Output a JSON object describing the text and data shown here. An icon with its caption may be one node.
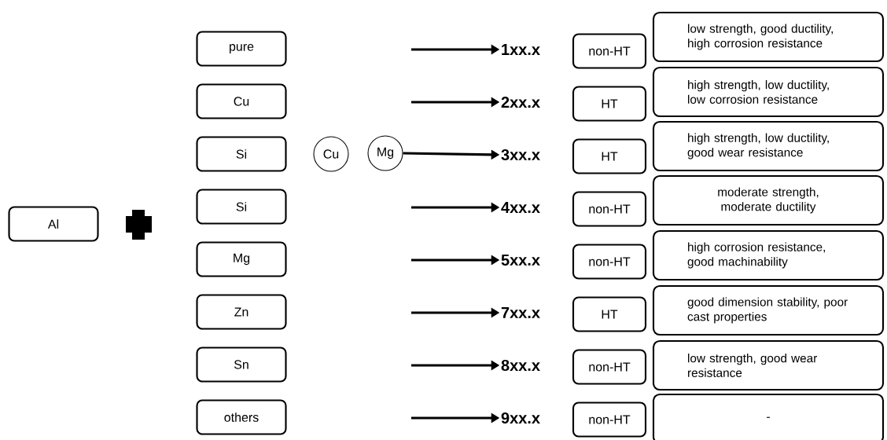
{
  "diagram": {
    "nodes": [
      {
        "text": [
          "Al"
        ]
      },
      {
        "text": [
          "pure"
        ]
      },
      {
        "text": [
          "Cu"
        ]
      },
      {
        "text": [
          "Si"
        ]
      },
      {
        "text": [
          "Si"
        ]
      },
      {
        "text": [
          "Mg"
        ]
      },
      {
        "text": [
          "Zn"
        ]
      },
      {
        "text": [
          "Sn"
        ]
      },
      {
        "text": [
          "others"
        ]
      },
      {
        "text": [
          "Cu"
        ]
      },
      {
        "text": [
          "Mg"
        ]
      },
      {
        "text": [
          "1xx.x"
        ]
      },
      {
        "text": [
          "2xx.x"
        ]
      },
      {
        "text": [
          "3xx.x"
        ]
      },
      {
        "text": [
          "4xx.x"
        ]
      },
      {
        "text": [
          "5xx.x"
        ]
      },
      {
        "text": [
          "7xx.x"
        ]
      },
      {
        "text": [
          "8xx.x"
        ]
      },
      {
        "text": [
          "9xx.x"
        ]
      },
      {
        "text": [
          "non-HT"
        ]
      },
      {
        "text": [
          "HT"
        ]
      },
      {
        "text": [
          "HT"
        ]
      },
      {
        "text": [
          "non-HT"
        ]
      },
      {
        "text": [
          "non-HT"
        ]
      },
      {
        "text": [
          "HT"
        ]
      },
      {
        "text": [
          "non-HT"
        ]
      },
      {
        "text": [
          "non-HT"
        ]
      },
      {
        "text": [
          "low strength, good ductility, high corrosion resistance"
        ]
      },
      {
        "text": [
          "high strength, low ductility, low corrosion resistance"
        ]
      },
      {
        "text": [
          "high strength, low ductility, good wear resistance"
        ]
      },
      {
        "text": [
          "moderate strength, moderate ductility"
        ]
      },
      {
        "text": [
          "high corrosion resistance, good machinability"
        ]
      },
      {
        "text": [
          "good dimension stability, poor cast properties"
        ]
      },
      {
        "text": [
          "low strength, good wear resistance"
        ]
      },
      {
        "text": [
          "-"
        ]
      }
    ],
    "edges": [
      {
        "from": null,
        "to": 11,
        "arrow": "to"
      },
      {
        "from": null,
        "to": 12,
        "arrow": "to"
      },
      {
        "from": 10,
        "to": 13,
        "arrow": "to"
      },
      {
        "from": null,
        "to": 14,
        "arrow": "to"
      },
      {
        "from": null,
        "to": 15,
        "arrow": "to"
      },
      {
        "from": null,
        "to": 16,
        "arrow": "to"
      },
      {
        "from": null,
        "to": 17,
        "arrow": "to"
      },
      {
        "from": null,
        "to": 18,
        "arrow": "to"
      }
    ]
  }
}
